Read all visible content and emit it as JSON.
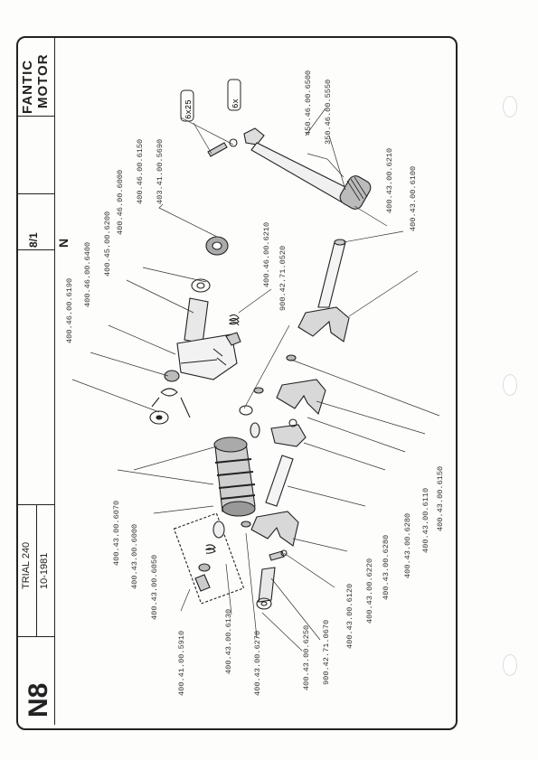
{
  "brand": {
    "line1": "FANTIC",
    "line2": "MOTOR"
  },
  "sheet": {
    "page": "8/1",
    "group": "N",
    "section_code": "N8"
  },
  "model": {
    "name": "TRIAL 240",
    "date": "10-1981"
  },
  "screw_labels": [
    "6x25",
    "6x"
  ],
  "parts": [
    {
      "ref": "450.46.00.6500"
    },
    {
      "ref": "350.46.00.5550"
    },
    {
      "ref": "400.43.00.6210"
    },
    {
      "ref": "400.43.00.6100"
    },
    {
      "ref": "403.41.00.5690"
    },
    {
      "ref": "400.46.00.6150"
    },
    {
      "ref": "400.46.00.6000"
    },
    {
      "ref": "400.45.00.6200"
    },
    {
      "ref": "400.46.00.6400"
    },
    {
      "ref": "400.46.00.6190"
    },
    {
      "ref": "400.46.00.6210"
    },
    {
      "ref": "900.42.71.0520"
    },
    {
      "ref": "400.43.00.6070"
    },
    {
      "ref": "400.43.00.6000"
    },
    {
      "ref": "400.43.00.6050"
    },
    {
      "ref": "400.41.00.5910"
    },
    {
      "ref": "400.43.00.6130"
    },
    {
      "ref": "400.43.00.6270"
    },
    {
      "ref": "400.43.00.6250"
    },
    {
      "ref": "900.42.71.0670"
    },
    {
      "ref": "400.43.00.6120"
    },
    {
      "ref": "400.43.00.6220"
    },
    {
      "ref": "400.43.00.6280"
    },
    {
      "ref": "400.43.00.6280"
    },
    {
      "ref": "400.43.00.6110"
    },
    {
      "ref": "400.43.00.6150"
    }
  ]
}
